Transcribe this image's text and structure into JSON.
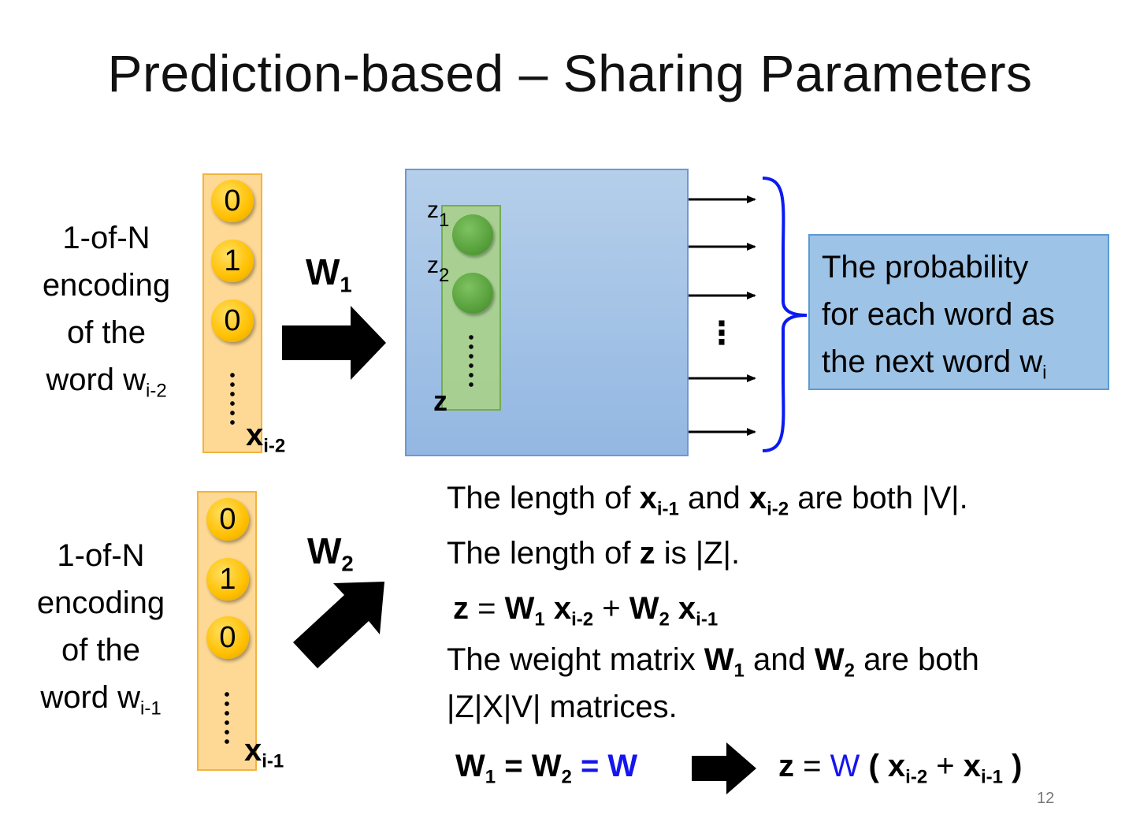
{
  "title": "Prediction-based – Sharing Parameters",
  "top": {
    "label": [
      "1-of-N",
      "encoding",
      "of the",
      "word w"
    ],
    "label_sub": "i-2",
    "vector_values": [
      "0",
      "1",
      "0"
    ],
    "vector_name": "x",
    "vector_sub": "i-2",
    "weight_name": "W",
    "weight_sub": "1"
  },
  "bottom": {
    "label": [
      "1-of-N",
      "encoding",
      "of the",
      "word w"
    ],
    "label_sub": "i-1",
    "vector_values": [
      "0",
      "1",
      "0"
    ],
    "vector_name": "x",
    "vector_sub": "i-1",
    "weight_name": "W",
    "weight_sub": "2"
  },
  "hidden": {
    "z1": "z",
    "z1_sub": "1",
    "z2": "z",
    "z2_sub": "2",
    "z_name": "z"
  },
  "output": {
    "dots": "⋮",
    "prob_lines": [
      "The probability",
      "for each word as",
      "the next word w"
    ],
    "prob_sub": "i"
  },
  "notes": {
    "line1": {
      "a": "The length of ",
      "x1": "x",
      "x1_sub": "i-1",
      "b": " and ",
      "x2": "x",
      "x2_sub": "i-2",
      "c": " are both |V|."
    },
    "line2": {
      "a": "The length of ",
      "z": "z",
      "b": " is |Z|."
    },
    "line3": {
      "z": "z",
      "eq": " = ",
      "w1": "W",
      "w1_sub": "1",
      "x2": " x",
      "x2_sub": "i-2",
      "plus": " + ",
      "w2": "W",
      "w2_sub": "2",
      "x1": " x",
      "x1_sub": "i-1"
    },
    "line4": {
      "a": "The weight matrix ",
      "w1": "W",
      "w1_sub": "1",
      "b": " and ",
      "w2": "W",
      "w2_sub": "2",
      "c": " are both"
    },
    "line5": "|Z|X|V| matrices.",
    "final_left": {
      "w1": "W",
      "w1_sub": "1",
      "eq": " = ",
      "w2": "W",
      "w2_sub": "2",
      "eqw": " = W"
    },
    "final_right": {
      "z": "z",
      "eq": " = ",
      "w": "W",
      "open": " ( ",
      "x2": "x",
      "x2_sub": "i-2",
      "plus": " + ",
      "x1": "x",
      "x1_sub": "i-1",
      "close": " )"
    }
  },
  "page_number": "12",
  "colors": {
    "accent_blue": "#1515ee",
    "vector_fill": "#fed996",
    "box_blue": "#9dc3e6"
  }
}
